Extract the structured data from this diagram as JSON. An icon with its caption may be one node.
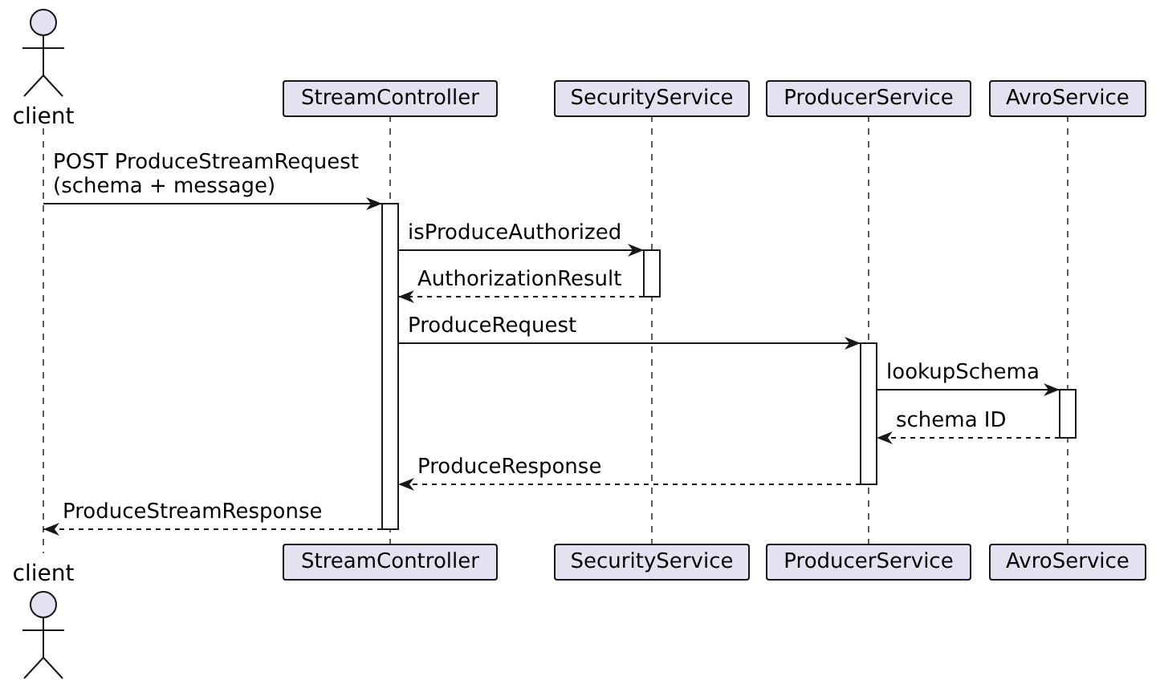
{
  "diagram": {
    "nodes": [
      {
        "text": [
          "client"
        ]
      },
      {
        "text": [
          "StreamController"
        ]
      },
      {
        "text": [
          "SecurityService"
        ]
      },
      {
        "text": [
          "ProducerService"
        ]
      },
      {
        "text": [
          "AvroService"
        ]
      },
      {
        "text": [],
        "shape": "line"
      },
      {
        "text": [],
        "shape": "line"
      },
      {
        "text": [],
        "shape": "line"
      },
      {
        "text": [],
        "shape": "line"
      },
      {
        "text": [],
        "shape": "line"
      },
      {
        "text": [
          "client"
        ]
      },
      {
        "text": [
          "StreamController"
        ]
      },
      {
        "text": [
          "SecurityService"
        ]
      },
      {
        "text": [
          "ProducerService"
        ]
      },
      {
        "text": [
          "AvroService"
        ]
      }
    ],
    "edges": [
      {
        "from": 5,
        "to": 6,
        "arrow": "to",
        "label": "POST ProduceStreamRequest (schema + message)"
      },
      {
        "from": 6,
        "to": 7,
        "arrow": "to",
        "label": "isProduceAuthorized"
      },
      {
        "from": 7,
        "to": 6,
        "arrow": "to",
        "label": "AuthorizationResult",
        "style": "dashed"
      },
      {
        "from": 6,
        "to": 8,
        "arrow": "to",
        "label": "ProduceRequest"
      },
      {
        "from": 8,
        "to": 9,
        "arrow": "to",
        "label": "lookupSchema"
      },
      {
        "from": 9,
        "to": 8,
        "arrow": "to",
        "label": "schema ID",
        "style": "dashed"
      },
      {
        "from": 8,
        "to": 6,
        "arrow": "to",
        "label": "ProduceResponse",
        "style": "dashed"
      },
      {
        "from": 6,
        "to": 5,
        "arrow": "to",
        "label": "ProduceStreamResponse",
        "style": "dashed"
      }
    ]
  }
}
